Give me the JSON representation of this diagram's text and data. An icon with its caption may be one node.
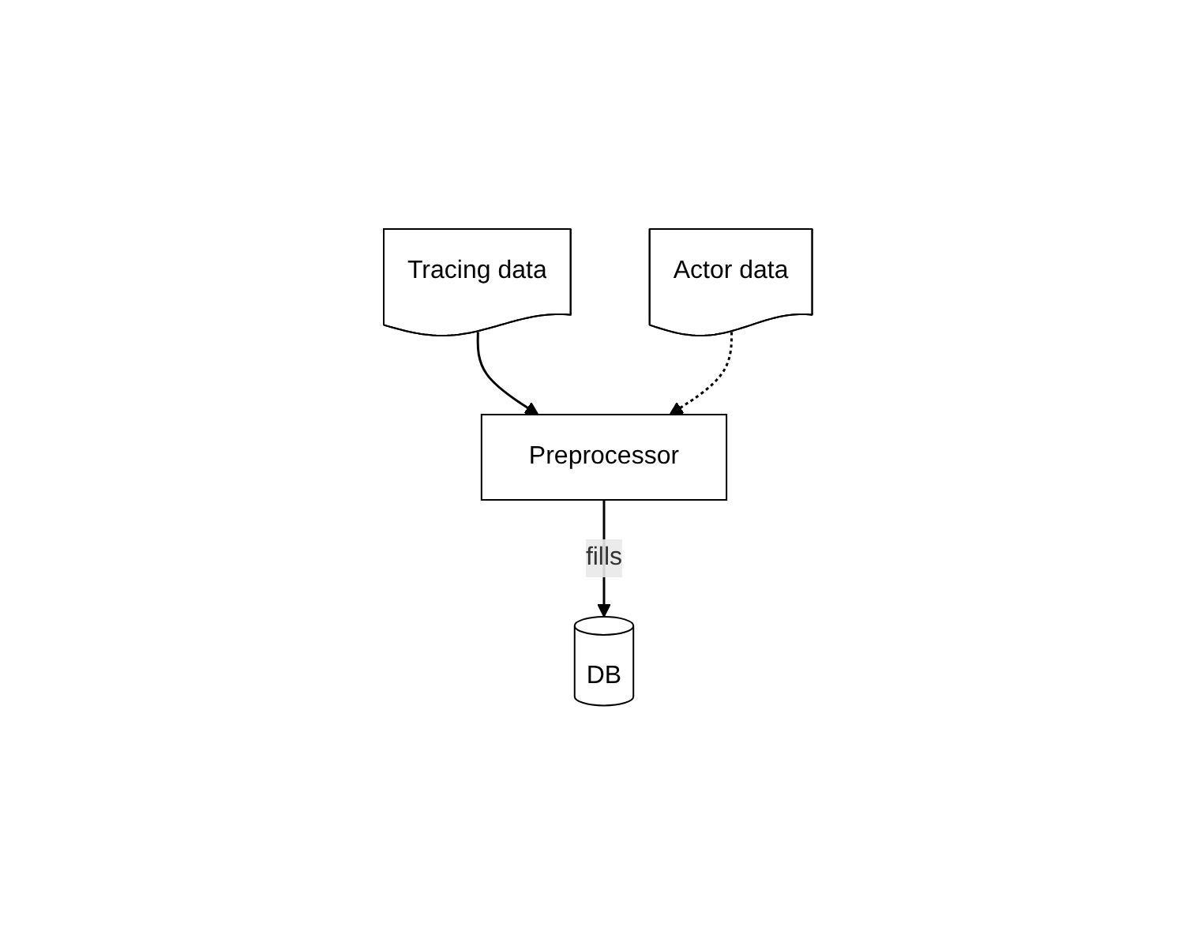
{
  "diagram": {
    "nodes": [
      {
        "text": [
          "Preprocessor"
        ]
      },
      {
        "text": [
          "DB"
        ]
      },
      {
        "text": [
          "Tracing data"
        ]
      },
      {
        "text": [
          "Actor data"
        ]
      }
    ],
    "edges": [
      {
        "from": 0,
        "to": 1,
        "arrow": "to",
        "label": "fills"
      },
      {
        "from": 2,
        "to": 0,
        "arrow": "to"
      },
      {
        "from": 3,
        "to": 0,
        "arrow": "to",
        "style": "dashed"
      }
    ]
  }
}
